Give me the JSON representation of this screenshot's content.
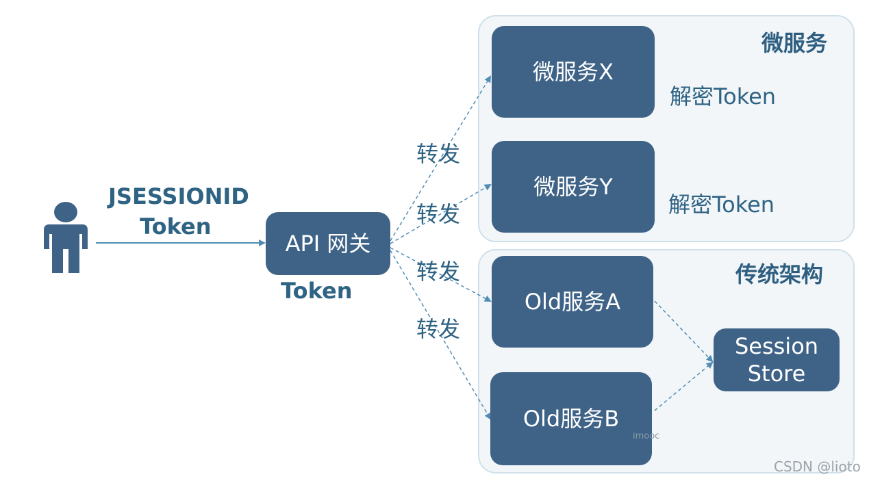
{
  "groups": {
    "microservices": {
      "title": "微服务"
    },
    "legacy": {
      "title": "传统架构"
    }
  },
  "user": {
    "label_line1": "JSESSIONID",
    "label_line2": "Token"
  },
  "gateway": {
    "label": "API 网关",
    "sublabel": "Token"
  },
  "nodes": {
    "svc_x": "微服务X",
    "svc_y": "微服务Y",
    "old_a": "Old服务A",
    "old_b": "Old服务B",
    "session_store_line1": "Session",
    "session_store_line2": "Store"
  },
  "decrypt_labels": [
    "解密Token",
    "解密Token"
  ],
  "forward_labels": [
    "转发",
    "转发",
    "转发",
    "转发"
  ],
  "watermarks": {
    "inner": "imooc",
    "corner": "CSDN @lioto"
  },
  "colors": {
    "node_fill": "#3e6387",
    "group_fill": "#f2f6f9",
    "label_text": "#2f6384",
    "arrow": "#4f8db4"
  }
}
